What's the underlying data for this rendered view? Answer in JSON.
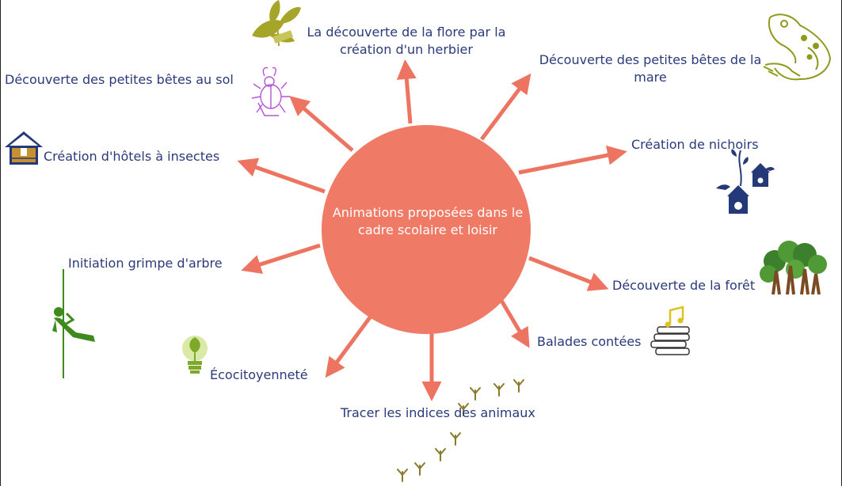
{
  "center": {
    "line1": "Animations proposées dans le",
    "line2": "cadre scolaire et loisir"
  },
  "nodes": {
    "flore_l1": "La découverte de la flore par la",
    "flore_l2": "création d'un herbier",
    "mare_l1": "Découverte des petites bêtes de la",
    "mare_l2": "mare",
    "sol": "Découverte des petites bêtes au sol",
    "hotels": "Création d'hôtels à insectes",
    "nichoirs": "Création de nichoirs",
    "grimpe": "Initiation grimpe d'arbre",
    "foret": "Découverte de la forêt",
    "balades": "Balades contées",
    "ecocitoyennete": "Écocitoyenneté",
    "indices": "Tracer les indices des animaux"
  },
  "colors": {
    "circle": "#ef7a66",
    "arrow": "#ee7462",
    "text": "#2b3a7a",
    "center_text": "#ffffff",
    "leaf": "#a5a52a",
    "frog": "#8f9a1c",
    "beetle": "#b455d6",
    "navy": "#243a78",
    "climber": "#3f8a1c",
    "bulb": "#7ea92a",
    "tree": "#3c7f2c",
    "trunk": "#7a4a22",
    "book_note": "#e0c21c",
    "track": "#8a7a2a"
  },
  "icons": [
    "leaf-icon",
    "frog-icon",
    "beetle-icon",
    "insect-hotel-icon",
    "birdhouse-icon",
    "climber-icon",
    "lightbulb-icon",
    "trees-icon",
    "books-icon",
    "animal-tracks-icon"
  ]
}
